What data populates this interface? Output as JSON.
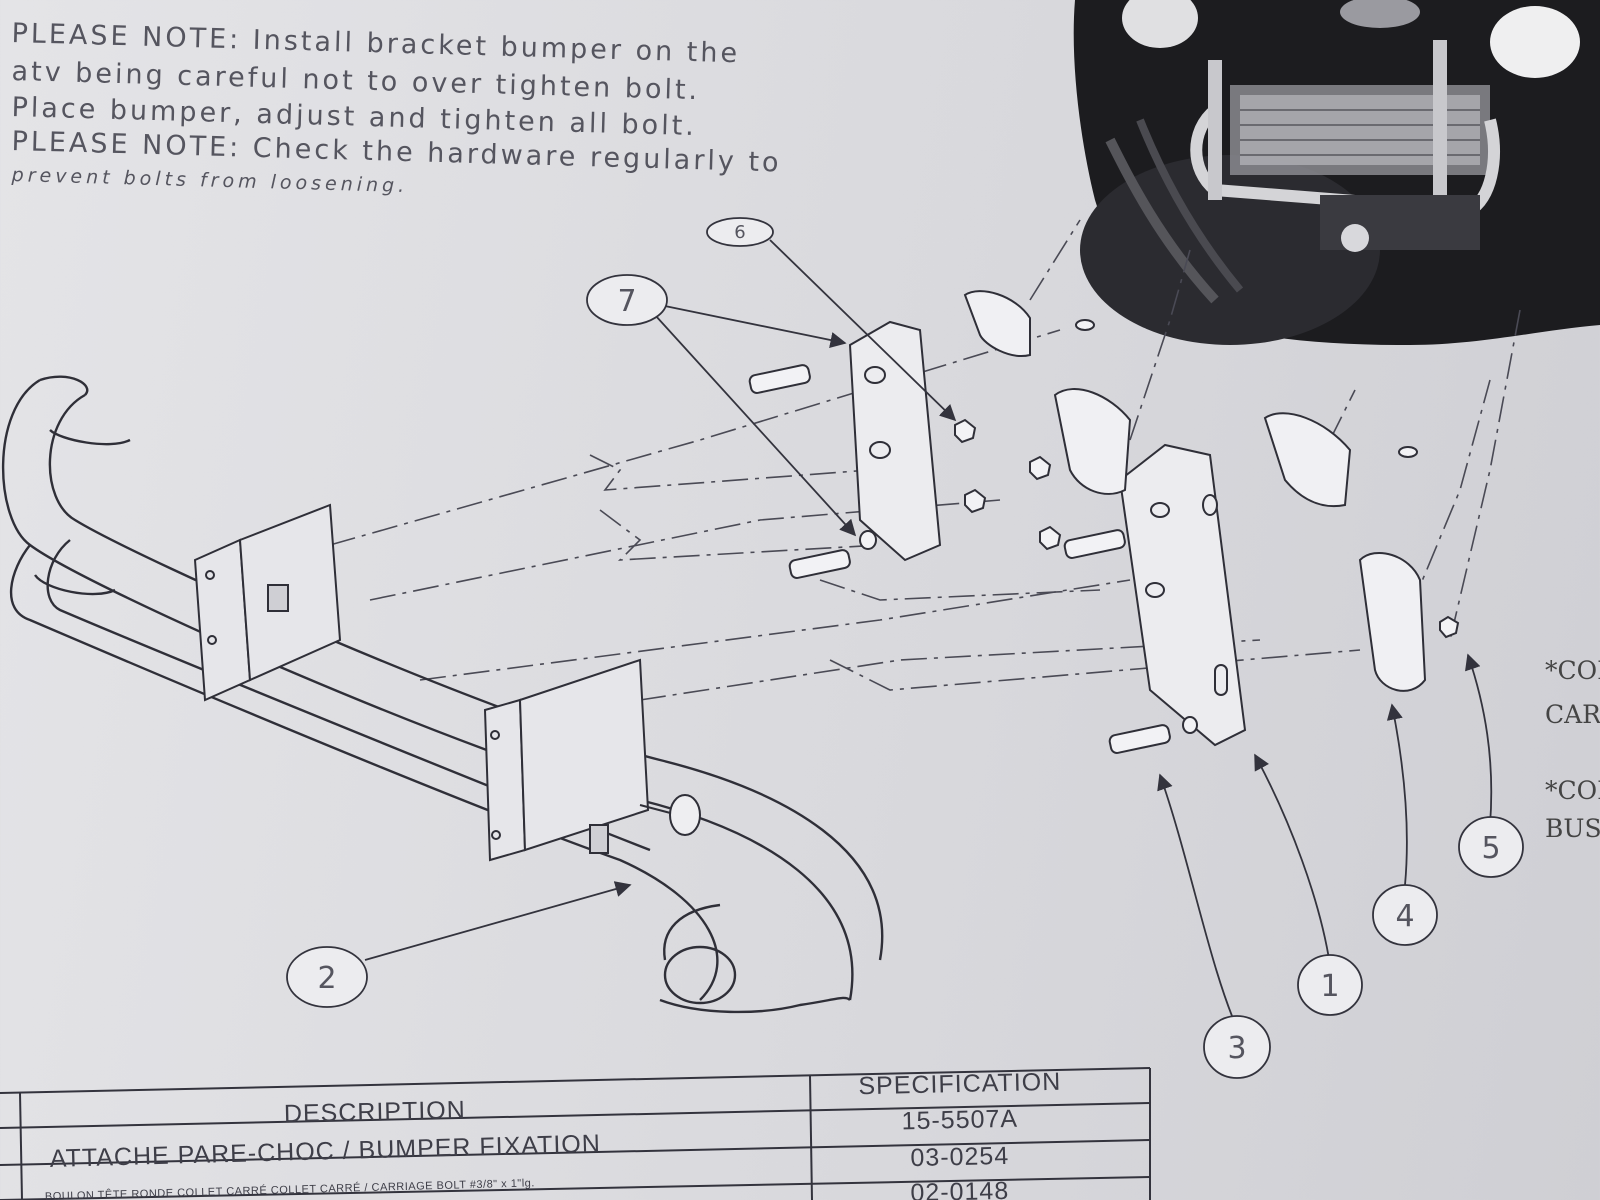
{
  "notes": [
    "PLEASE NOTE: Install bracket bumper on the",
    "atv being careful not to over tighten bolt.",
    "Place bumper, adjust and tighten all bolt.",
    "PLEASE NOTE: Check the hardware regularly to",
    "prevent bolts from loosening."
  ],
  "side_notes": [
    "*COI",
    "CAR",
    "*COI",
    "BUSI"
  ],
  "callouts": {
    "c1": "1",
    "c2": "2",
    "c3": "3",
    "c4": "4",
    "c5": "5",
    "c6": "6",
    "c7": "7"
  },
  "table": {
    "headers": {
      "description": "DESCRIPTION",
      "specification": "SPECIFICATION"
    },
    "rows": [
      {
        "description": "ATTACHE PARE-CHOC / BUMPER FIXATION",
        "specification": "15-5507A"
      },
      {
        "description": "BOULON TÊTE RONDE COLLET CARRÉ COLLET CARRÉ / CARRIAGE BOLT #3/8\" x 1\"lg.",
        "specification": "03-0254"
      },
      {
        "description": "",
        "specification": "02-0148"
      }
    ]
  }
}
